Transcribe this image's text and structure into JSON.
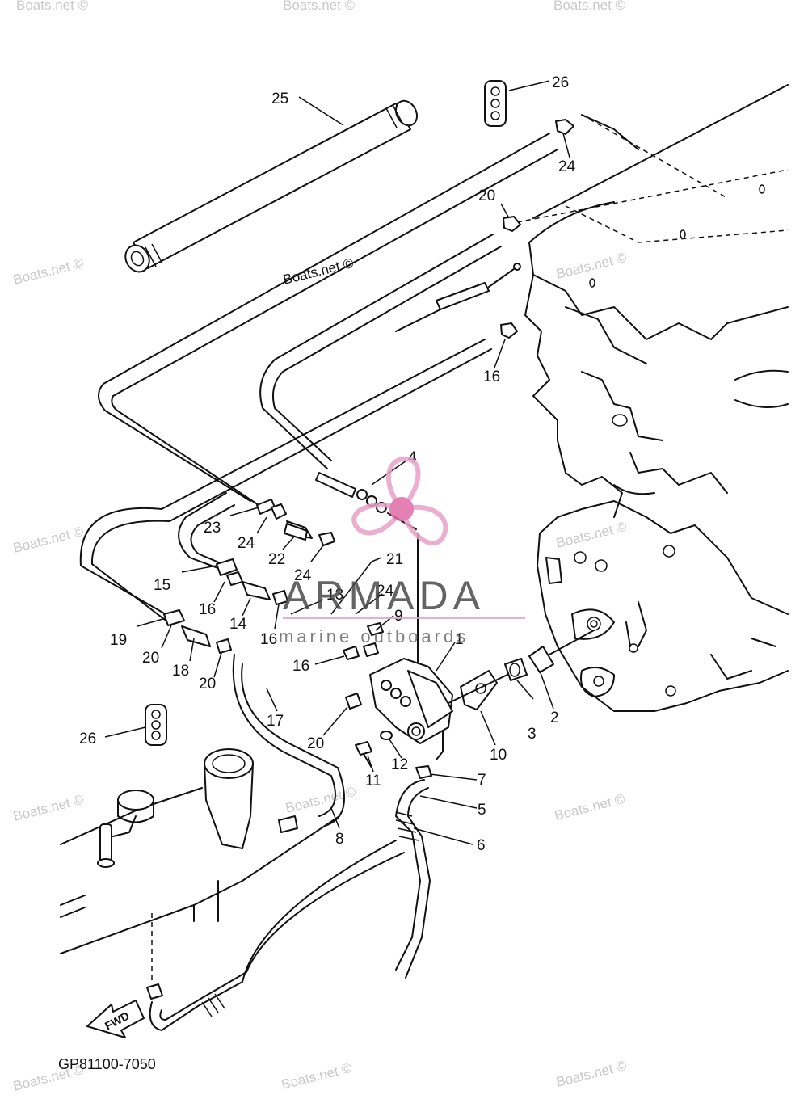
{
  "diagram": {
    "code": "GP81100-7050",
    "watermark_text": "Boats.net ©",
    "logo": {
      "name": "ARMADA",
      "tagline": "marine outboards",
      "accent_color": "#e8a0c8",
      "propeller_color": "#e06aa8"
    },
    "forward_label": "FWD",
    "callouts": [
      {
        "id": "c26a",
        "label": "26"
      },
      {
        "id": "c25",
        "label": "25"
      },
      {
        "id": "c24a",
        "label": "24"
      },
      {
        "id": "c20a",
        "label": "20"
      },
      {
        "id": "c16a",
        "label": "16"
      },
      {
        "id": "c4",
        "label": "4"
      },
      {
        "id": "c23",
        "label": "23"
      },
      {
        "id": "c24b",
        "label": "24"
      },
      {
        "id": "c22",
        "label": "22"
      },
      {
        "id": "c24c",
        "label": "24"
      },
      {
        "id": "c21",
        "label": "21"
      },
      {
        "id": "c15",
        "label": "15"
      },
      {
        "id": "c16b",
        "label": "16"
      },
      {
        "id": "c14",
        "label": "14"
      },
      {
        "id": "c13",
        "label": "13"
      },
      {
        "id": "c24d",
        "label": "24"
      },
      {
        "id": "c19",
        "label": "19"
      },
      {
        "id": "c16c",
        "label": "16"
      },
      {
        "id": "c9",
        "label": "9"
      },
      {
        "id": "c20b",
        "label": "20"
      },
      {
        "id": "c18",
        "label": "18"
      },
      {
        "id": "c1",
        "label": "1"
      },
      {
        "id": "c20c",
        "label": "20"
      },
      {
        "id": "c16d",
        "label": "16"
      },
      {
        "id": "c17",
        "label": "17"
      },
      {
        "id": "c3",
        "label": "3"
      },
      {
        "id": "c2",
        "label": "2"
      },
      {
        "id": "c26b",
        "label": "26"
      },
      {
        "id": "c20d",
        "label": "20"
      },
      {
        "id": "c10",
        "label": "10"
      },
      {
        "id": "c12",
        "label": "12"
      },
      {
        "id": "c11",
        "label": "11"
      },
      {
        "id": "c7",
        "label": "7"
      },
      {
        "id": "c5",
        "label": "5"
      },
      {
        "id": "c8",
        "label": "8"
      },
      {
        "id": "c6",
        "label": "6"
      }
    ]
  }
}
